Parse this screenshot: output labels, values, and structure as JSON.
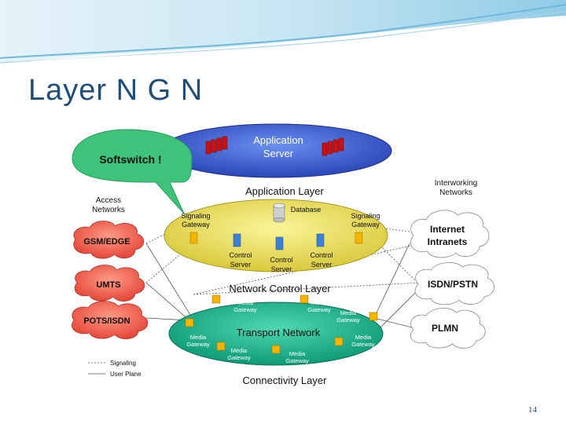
{
  "slide": {
    "title": "Layer N G N",
    "page_number": "14"
  },
  "diagram": {
    "callout": "Softswitch !",
    "application_server": [
      "Application",
      "Server"
    ],
    "application_layer": "Application Layer",
    "network_control_layer": "Network Control Layer",
    "transport_network": "Transport Network",
    "connectivity_layer": "Connectivity Layer",
    "database": "Database",
    "signaling_gateway_left": [
      "Signaling",
      "Gateway"
    ],
    "signaling_gateway_right": [
      "Signaling",
      "Gateway"
    ],
    "control_server_left": [
      "Control",
      "Server"
    ],
    "control_server_mid": [
      "Control",
      "Server"
    ],
    "control_server_right": [
      "Control",
      "Server"
    ],
    "access_networks": [
      "Access",
      "Networks"
    ],
    "interworking_networks": [
      "Interworking",
      "Networks"
    ],
    "access_clouds": [
      "GSM/EDGE",
      "UMTS",
      "POTS/ISDN"
    ],
    "interworking_clouds": {
      "internet": [
        "Internet",
        "Intranets"
      ],
      "isdn_pstn": "ISDN/PSTN",
      "plmn": "PLMN"
    },
    "media_gateway": [
      "Media",
      "Gateway"
    ],
    "legend": {
      "signaling": "Signaling",
      "user_plane": "User Plane"
    }
  },
  "colors": {
    "title": "#1f4e79",
    "application_ellipse": "#3a5fd0",
    "control_ellipse": "#e8df5a",
    "transport_ellipse": "#1fb58f",
    "callout": "#3dc47a",
    "access_cloud": "#f26b5b",
    "server_red": "#cc1111"
  }
}
